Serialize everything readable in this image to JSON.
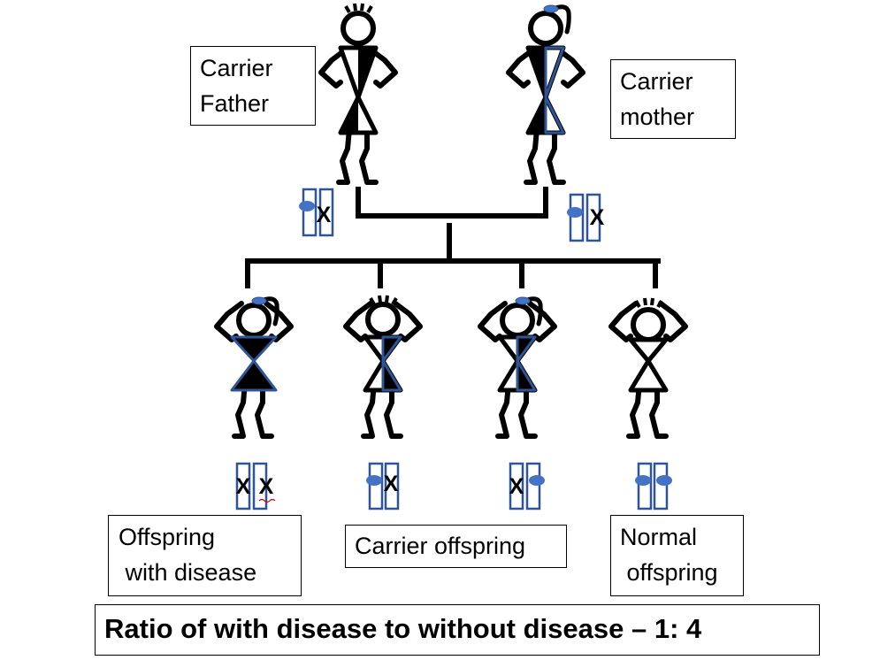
{
  "labels": {
    "carrier_father": [
      "Carrier",
      "Father"
    ],
    "carrier_mother": [
      "Carrier",
      "mother"
    ],
    "offspring_with_disease": [
      "Offspring",
      " with disease"
    ],
    "carrier_offspring": "Carrier offspring",
    "normal_offspring": [
      "Normal",
      " offspring"
    ],
    "ratio": "Ratio of with disease to without disease – 1: 4"
  },
  "chromosome_marker": "X",
  "colors": {
    "line": "#000000",
    "chromosome": "#2f5597",
    "normal_allele": "#4472c4"
  }
}
